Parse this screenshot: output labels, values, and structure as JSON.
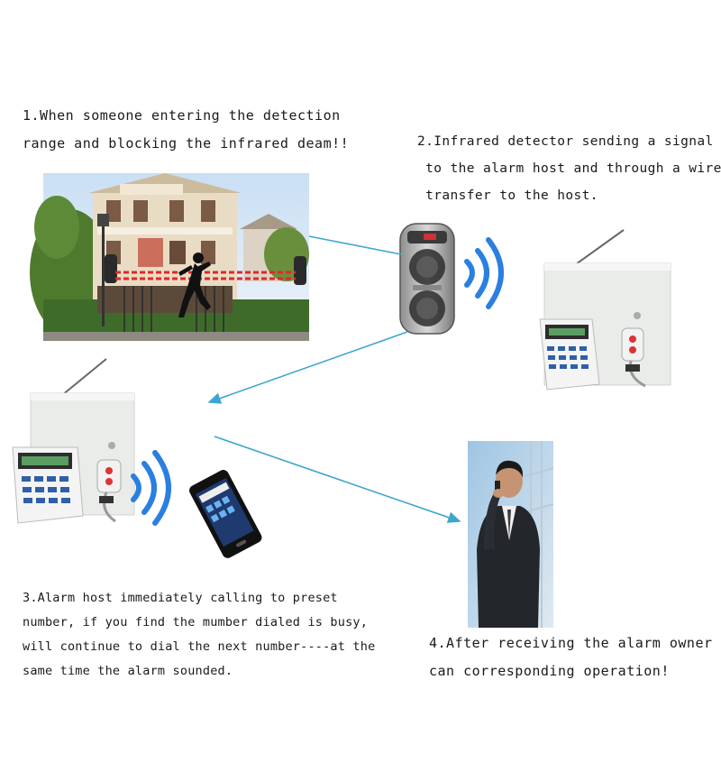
{
  "steps": [
    {
      "lines": [
        "1.When someone entering the detection",
        "range and blocking the infrared deam!!"
      ]
    },
    {
      "lines": [
        "2.Infrared detector sending a signal",
        " to the alarm host and through a wire",
        " transfer to the host."
      ]
    },
    {
      "lines": [
        "3.Alarm host immediately calling to preset",
        "number, if you find the mumber dialed is busy,",
        "will continue to dial the next number----at the",
        "same time the alarm sounded."
      ]
    },
    {
      "lines": [
        "4.After receiving the alarm owner",
        "can corresponding operation!"
      ]
    }
  ],
  "colors": {
    "arrow": "#3ca6cf",
    "signal_wave": "#2b7fe0",
    "laser_beam": "#e0282a"
  },
  "icons": [
    "house-photo",
    "intruder-silhouette",
    "infrared-detector",
    "alarm-host-panel",
    "keypad-controller",
    "remote-keyfob",
    "smartphone",
    "businessman-on-phone"
  ]
}
